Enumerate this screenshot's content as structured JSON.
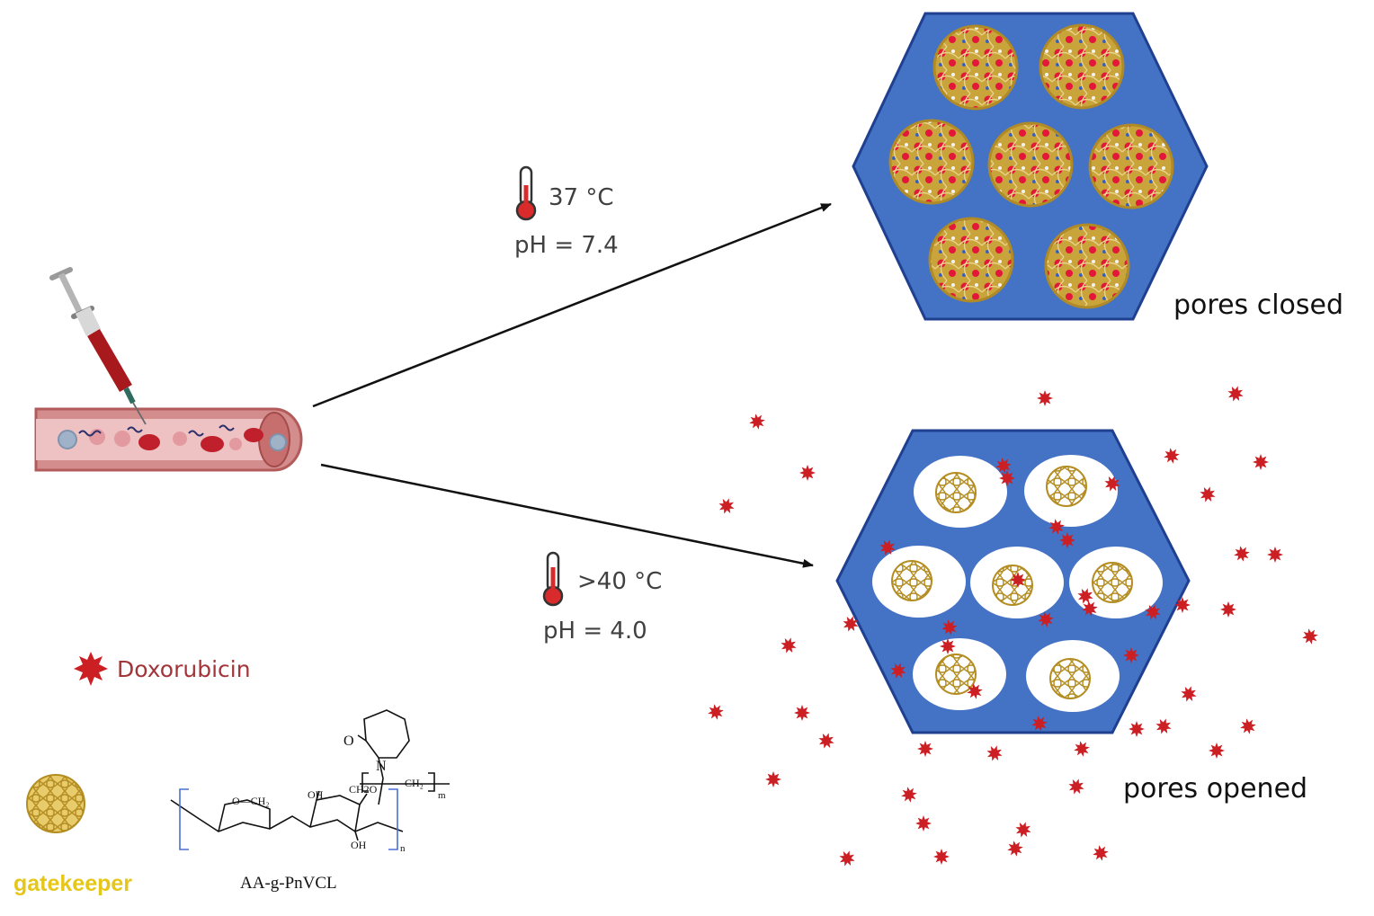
{
  "conditions": {
    "normal": {
      "temperature": "37 °C",
      "ph": "pH = 7.4"
    },
    "tumor": {
      "temperature": ">40 °C",
      "ph": "pH = 4.0"
    }
  },
  "states": {
    "closed": "pores closed",
    "opened": "pores opened"
  },
  "legend": {
    "doxorubicin": "Doxorubicin",
    "gatekeeper": "gatekeeper",
    "polymer_name": "AA-g-PnVCL"
  },
  "chem_labels": {
    "ring_o": "O",
    "ring_n": "N",
    "ch2": "CH₂",
    "o_ch2": "O—CH₂",
    "oh": "OH",
    "ch2o": "CH2O",
    "m": "m",
    "n": "n"
  },
  "colors": {
    "hexagon": "#4472c4",
    "hexagon_stroke": "#1f3f8f",
    "drug": "#cc1f24",
    "gatekeeper": "#c9a43a",
    "gatekeeper_text": "#e6c619",
    "doxorubicin_text": "#a3353a",
    "vessel": "#d99999",
    "arrow": "#111111"
  }
}
